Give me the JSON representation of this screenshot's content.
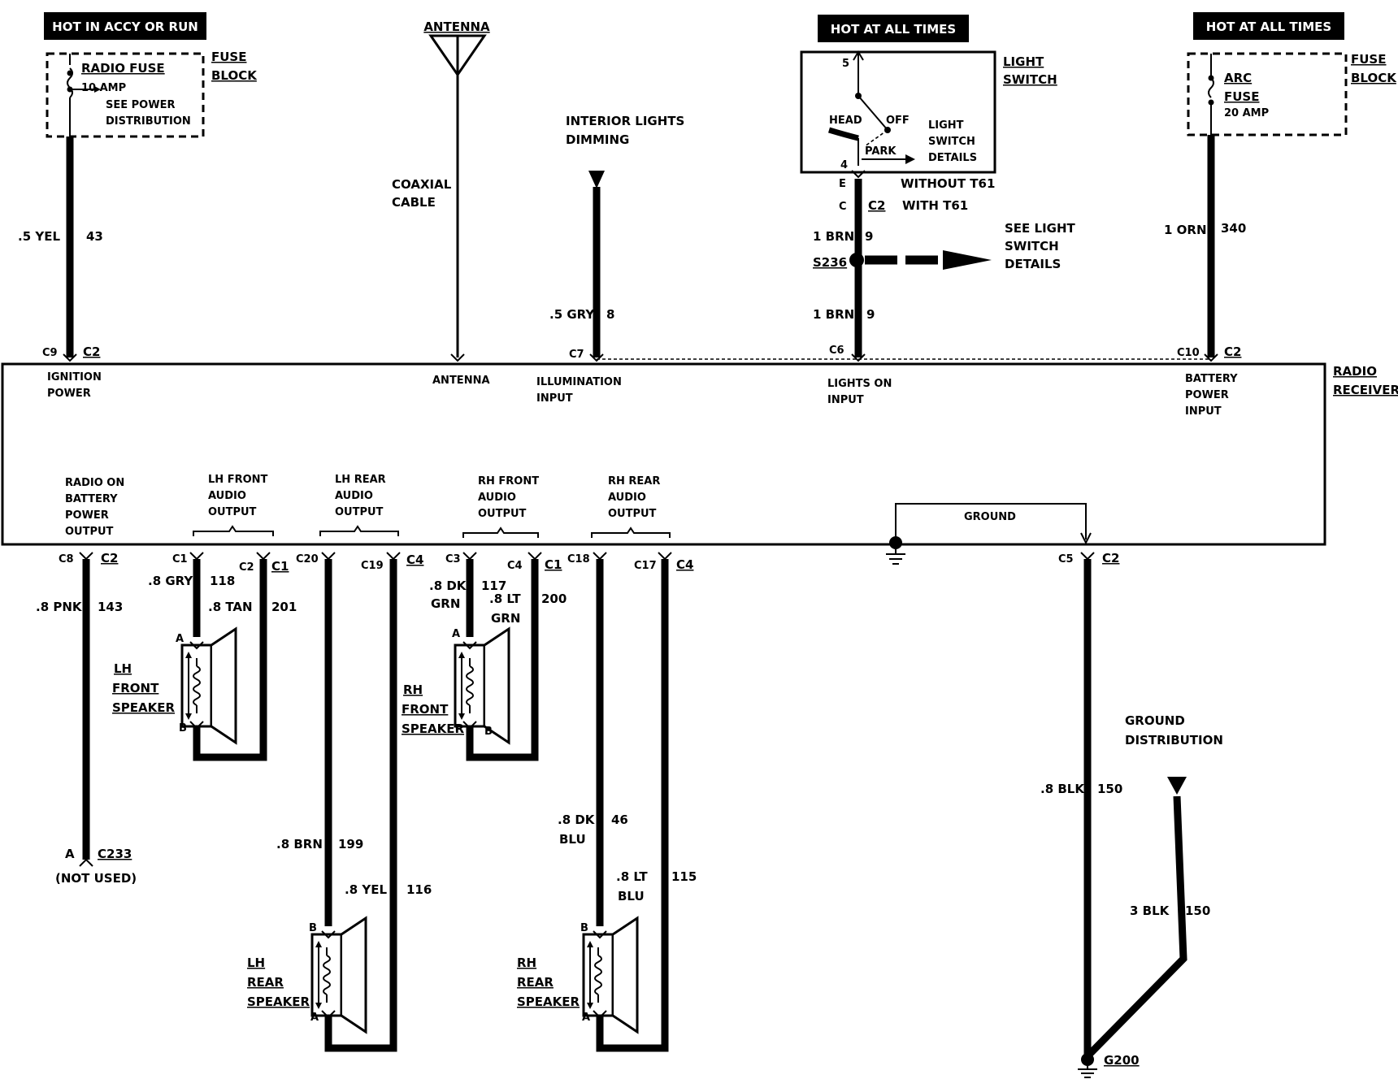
{
  "headers": {
    "hot_accy_run": "HOT IN ACCY OR RUN",
    "hot_all_times_1": "HOT AT ALL TIMES",
    "hot_all_times_2": "HOT AT ALL TIMES"
  },
  "radio_fuse": {
    "name": "RADIO FUSE",
    "rating": "10 AMP",
    "note_1": "SEE POWER",
    "note_2": "DISTRIBUTION",
    "block_1": "FUSE",
    "block_2": "BLOCK"
  },
  "arc_fuse": {
    "name_1": "ARC",
    "name_2": "FUSE",
    "rating": "20 AMP",
    "block_1": "FUSE",
    "block_2": "BLOCK"
  },
  "antenna": {
    "title": "ANTENNA",
    "cable_1": "COAXIAL",
    "cable_2": "CABLE"
  },
  "interior_lights": {
    "line_1": "INTERIOR LIGHTS",
    "line_2": "DIMMING"
  },
  "light_switch": {
    "title_1": "LIGHT",
    "title_2": "SWITCH",
    "pin_5": "5",
    "pin_4": "4",
    "head": "HEAD",
    "off": "OFF",
    "park": "PARK",
    "details_1": "LIGHT",
    "details_2": "SWITCH",
    "details_3": "DETAILS",
    "pin_e": "E",
    "pin_c": "C",
    "c2": "C2",
    "without": "WITHOUT T61",
    "with": "WITH T61",
    "splice": "S236",
    "see_1": "SEE LIGHT",
    "see_2": "SWITCH",
    "see_3": "DETAILS"
  },
  "wires_top": {
    "w43_color": ".5 YEL",
    "w43_num": "43",
    "w8_color": ".5 GRY",
    "w8_num": "8",
    "w9a_color": "1 BRN",
    "w9a_num": "9",
    "w9b_color": "1 BRN",
    "w9b_num": "9",
    "w340_color": "1 ORN",
    "w340_num": "340"
  },
  "receiver": {
    "title_1": "RADIO",
    "title_2": "RECEIVER",
    "c9": "C9",
    "c2_a": "C2",
    "ign_1": "IGNITION",
    "ign_2": "POWER",
    "antenna": "ANTENNA",
    "c7": "C7",
    "illum_1": "ILLUMINATION",
    "illum_2": "INPUT",
    "c6": "C6",
    "lights_1": "LIGHTS ON",
    "lights_2": "INPUT",
    "c10": "C10",
    "c2_b": "C2",
    "batt_1": "BATTERY",
    "batt_2": "POWER",
    "batt_3": "INPUT",
    "radio_on_1": "RADIO ON",
    "radio_on_2": "BATTERY",
    "radio_on_3": "POWER",
    "radio_on_4": "OUTPUT",
    "lhf_1": "LH FRONT",
    "lhf_2": "AUDIO",
    "lhf_3": "OUTPUT",
    "lhr_1": "LH REAR",
    "lhr_2": "AUDIO",
    "lhr_3": "OUTPUT",
    "rhf_1": "RH FRONT",
    "rhf_2": "AUDIO",
    "rhf_3": "OUTPUT",
    "rhr_1": "RH REAR",
    "rhr_2": "AUDIO",
    "rhr_3": "OUTPUT",
    "ground": "GROUND"
  },
  "bottom_connectors": {
    "c8": "C8",
    "c8_c2": "C2",
    "c1": "C1",
    "c1_c2": "C2",
    "c1_c1": "C1",
    "c20": "C20",
    "c19": "C19",
    "c19_c4": "C4",
    "c3": "C3",
    "c3_c4": "C4",
    "c3_c1": "C1",
    "c18": "C18",
    "c17": "C17",
    "c17_c4": "C4",
    "c5": "C5",
    "c5_c2": "C2"
  },
  "wires_bottom": {
    "w143_color": ".8 PNK",
    "w143_num": "143",
    "w118_color": ".8 GRY",
    "w118_num": "118",
    "w201_color": ".8 TAN",
    "w201_num": "201",
    "w117_color_1": ".8 DK",
    "w117_color_2": "GRN",
    "w117_num": "117",
    "w200_color_1": ".8 LT",
    "w200_color_2": "GRN",
    "w200_num": "200",
    "w199_color": ".8 BRN",
    "w199_num": "199",
    "w116_color": ".8 YEL",
    "w116_num": "116",
    "w46_color_1": ".8 DK",
    "w46_color_2": "BLU",
    "w46_num": "46",
    "w115_color_1": ".8 LT",
    "w115_color_2": "BLU",
    "w115_num": "115",
    "w150a_color": ".8 BLK",
    "w150a_num": "150",
    "w150b_color": "3 BLK",
    "w150b_num": "150"
  },
  "speakers": {
    "lhf_1": "LH",
    "lhf_2": "FRONT",
    "lhf_3": "SPEAKER",
    "rhf_1": "RH",
    "rhf_2": "FRONT",
    "rhf_3": "SPEAKER",
    "lhr_1": "LH",
    "lhr_2": "REAR",
    "lhr_3": "SPEAKER",
    "rhr_1": "RH",
    "rhr_2": "REAR",
    "rhr_3": "SPEAKER",
    "pin_a": "A",
    "pin_b": "B"
  },
  "misc": {
    "c233_pin": "A",
    "c233": "C233",
    "not_used": "(NOT USED)",
    "ground_dist_1": "GROUND",
    "ground_dist_2": "DISTRIBUTION",
    "g200": "G200"
  }
}
